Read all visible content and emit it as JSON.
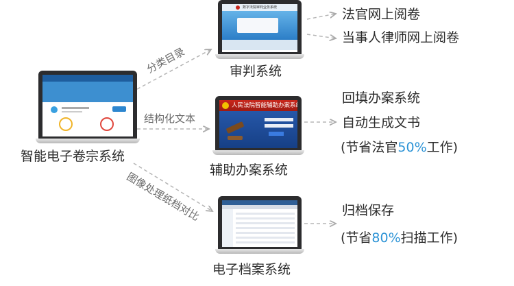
{
  "nodes": {
    "source": "智能电子卷宗系统",
    "trial": "审判系统",
    "auxiliary": "辅助办案系统",
    "archive": "电子档案系统"
  },
  "edges": {
    "to_trial": "分类目录",
    "to_auxiliary": "结构化文本",
    "to_archive": "图像处理纸档对比"
  },
  "outputs": {
    "trial": [
      "法官网上阅卷",
      "当事人律师网上阅卷"
    ],
    "auxiliary": {
      "line1": "回填办案系统",
      "line2": "自动生成文书",
      "saving_prefix": "(节省法官",
      "saving_value": "50%",
      "saving_suffix": "工作)"
    },
    "archive": {
      "line1": "归档保存",
      "saving_prefix": "(节省",
      "saving_value": "80%",
      "saving_suffix": "扫描工作)"
    }
  },
  "screens": {
    "trial_title": "数字法院审判业务系统",
    "auxiliary_title": "人民法院智能辅助办案系统"
  },
  "colors": {
    "highlight": "#2c93d6",
    "connector": "#b5b5b5",
    "court_red": "#c9261b",
    "screen_blue": "#3d8fd0"
  }
}
